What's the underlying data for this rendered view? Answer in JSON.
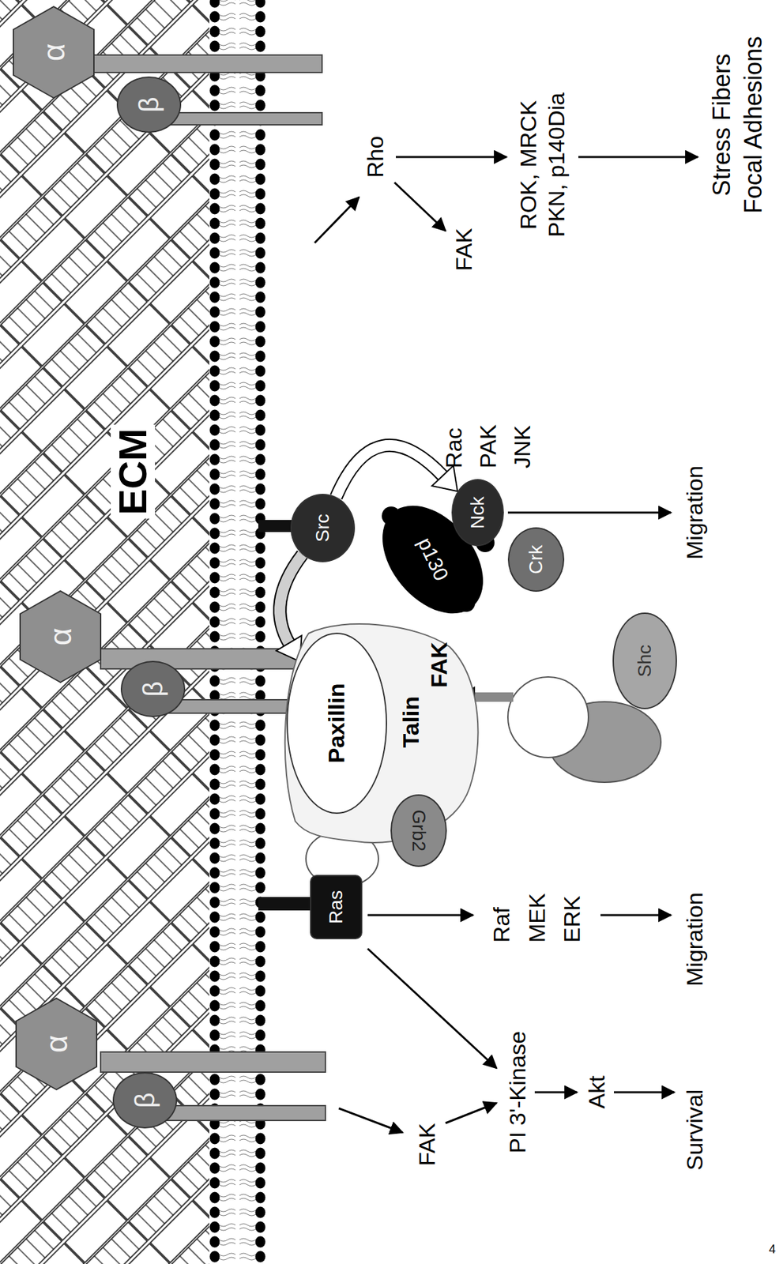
{
  "diagram": {
    "nodes": [
      {
        "text": [
          "α"
        ]
      },
      {
        "text": [
          "β"
        ]
      },
      {
        "text": [
          "α"
        ]
      },
      {
        "text": [
          "β"
        ]
      },
      {
        "text": [
          "α"
        ]
      },
      {
        "text": [
          "β"
        ]
      },
      {
        "text": [
          "Ras"
        ]
      },
      {
        "text": [
          "Talin",
          "FAK"
        ]
      },
      {
        "text": [
          "Paxillin"
        ]
      },
      {
        "text": [
          "Grb2"
        ]
      },
      {
        "text": [
          "Src"
        ]
      },
      {
        "text": [
          "p130"
        ]
      },
      {
        "text": [
          "Nck"
        ]
      },
      {
        "text": [
          "Crk"
        ]
      },
      {
        "text": [
          "Shc"
        ]
      }
    ],
    "edges": [
      {
        "from": 10,
        "to": 12,
        "arrow": "to"
      },
      {
        "from": 10,
        "to": 8,
        "arrow": "to"
      }
    ],
    "labels": [
      "ECM",
      "Rho",
      "FAK",
      "ROK, MRCK PKN, p140Dia",
      "Stress Fibers Focal Adhesions",
      "Rac PAK JNK",
      "Migration",
      "Raf MEK ERK",
      "Migration",
      "FAK",
      "PI 3'-Kinase",
      "Akt",
      "Survival",
      "4"
    ]
  }
}
